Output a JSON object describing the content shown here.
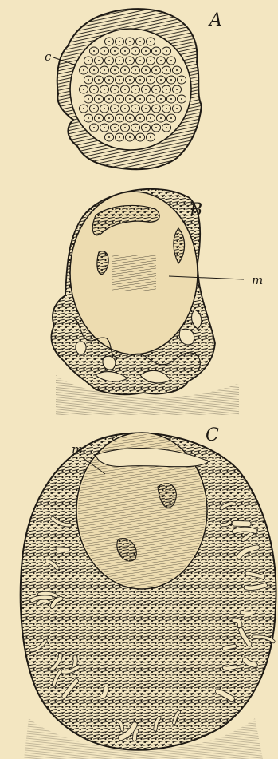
{
  "figures": [
    {
      "id": "A",
      "label": "A",
      "callouts": [
        "c"
      ]
    },
    {
      "id": "B",
      "label": "B",
      "callouts": [
        "m"
      ]
    },
    {
      "id": "C",
      "label": "C",
      "callouts": [
        "m"
      ]
    }
  ],
  "colors": {
    "paper": "#f3e6c1",
    "ink": "#1e1a14",
    "inner_fill": "#eddcb0"
  }
}
